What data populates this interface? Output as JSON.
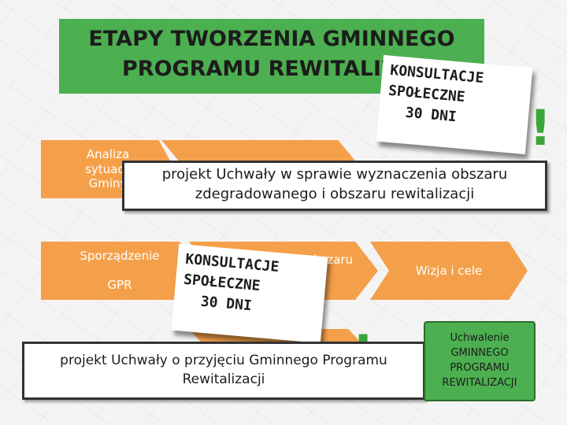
{
  "title": {
    "line1": "ETAPY TWORZENIA GMINNEGO",
    "line2": "PROGRAMU REWITALIZACJI"
  },
  "chevrons_row1": [
    {
      "label_line1": "Analiza sytuacji",
      "label_line2": "Gminy"
    },
    {
      "label_line1": "",
      "label_line2": ""
    }
  ],
  "chevrons_row2": [
    {
      "label_line1": "Sporządzenie",
      "label_line2": "GPR"
    },
    {
      "label_line1": "Diagnoza obszaru",
      "label_line2": ""
    },
    {
      "label_line1": "Wizja i cele",
      "label_line2": ""
    }
  ],
  "consultation_top": {
    "line1": "KONSULTACJE",
    "line2": "SPOŁECZNE",
    "line3": "30 DNI"
  },
  "consultation_mid": {
    "line1": "KONSULTACJE",
    "line2": "SPOŁECZNE",
    "line3": "30 DNI"
  },
  "note_top": {
    "line1": "projekt Uchwały w sprawie wyznaczenia obszaru",
    "line2": "zdegradowanego i obszaru rewitalizacji"
  },
  "note_bottom": {
    "line1": "projekt Uchwały o przyjęciu Gminnego Programu",
    "line2": "Rewitalizacji"
  },
  "exclamation": "!",
  "final_box": {
    "line1": "Uchwalenie",
    "line2": "GMINNEGO",
    "line3": "PROGRAMU",
    "line4": "REWITALIZACJI"
  },
  "colors": {
    "green": "#4caf50",
    "orange": "#f4a04a",
    "exclamation": "#3aa63a"
  }
}
